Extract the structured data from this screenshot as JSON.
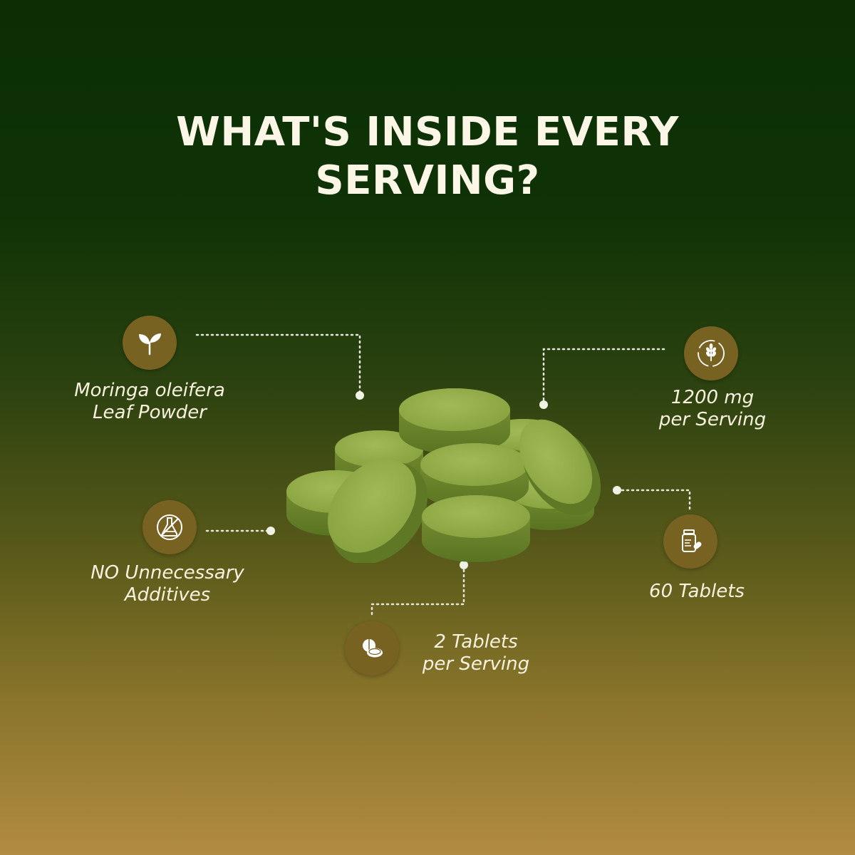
{
  "title": {
    "line1": "WHAT'S INSIDE EVERY",
    "line2": "SERVING?"
  },
  "features": [
    {
      "icon": "sprout-icon",
      "line1": "Moringa oleifera",
      "line2": "Leaf Powder"
    },
    {
      "icon": "wheat-icon",
      "line1": "1200 mg",
      "line2": "per Serving"
    },
    {
      "icon": "no-chemical-flask-icon",
      "line1": "NO Unnecessary",
      "line2": "Additives"
    },
    {
      "icon": "bottle-with-pills-icon",
      "line1": "60 Tablets"
    },
    {
      "icon": "tablets-icon",
      "line1": "2 Tablets",
      "line2": "per Serving"
    }
  ],
  "colors": {
    "background_top": "#0b2e05",
    "background_bottom": "#b18b41",
    "badge": "#786222",
    "title_text": "#fbf6e6",
    "tablet_green": "#8aa23d"
  }
}
